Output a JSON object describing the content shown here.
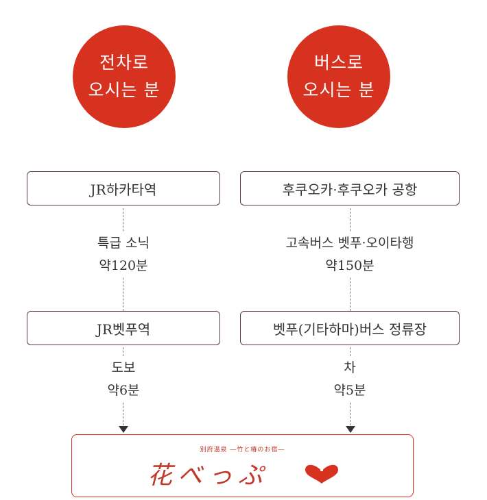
{
  "left_route": {
    "header_line1": "전차로",
    "header_line2": "오시는 분",
    "step1": "JR하카타역",
    "leg1_line1": "특급 소닉",
    "leg1_line2": "약120분",
    "step2": "JR벳푸역",
    "leg2_line1": "도보",
    "leg2_line2": "약6분"
  },
  "right_route": {
    "header_line1": "버스로",
    "header_line2": "오시는 분",
    "step1": "후쿠오카·후쿠오카 공항",
    "leg1_line1": "고속버스 벳푸·오이타행",
    "leg1_line2": "약150분",
    "step2": "벳푸(기타하마)버스 정류장",
    "leg2_line1": "차",
    "leg2_line2": "약5분"
  },
  "destination": {
    "subtitle": "別府温泉 ―竹と椿のお宿―",
    "name": "花べっぷ"
  },
  "colors": {
    "accent": "#d7321f",
    "box_border": "#5a3b3b",
    "text": "#333333"
  },
  "icons": {
    "arrow": "arrow-down-icon",
    "logo": "heart-logo-icon"
  }
}
